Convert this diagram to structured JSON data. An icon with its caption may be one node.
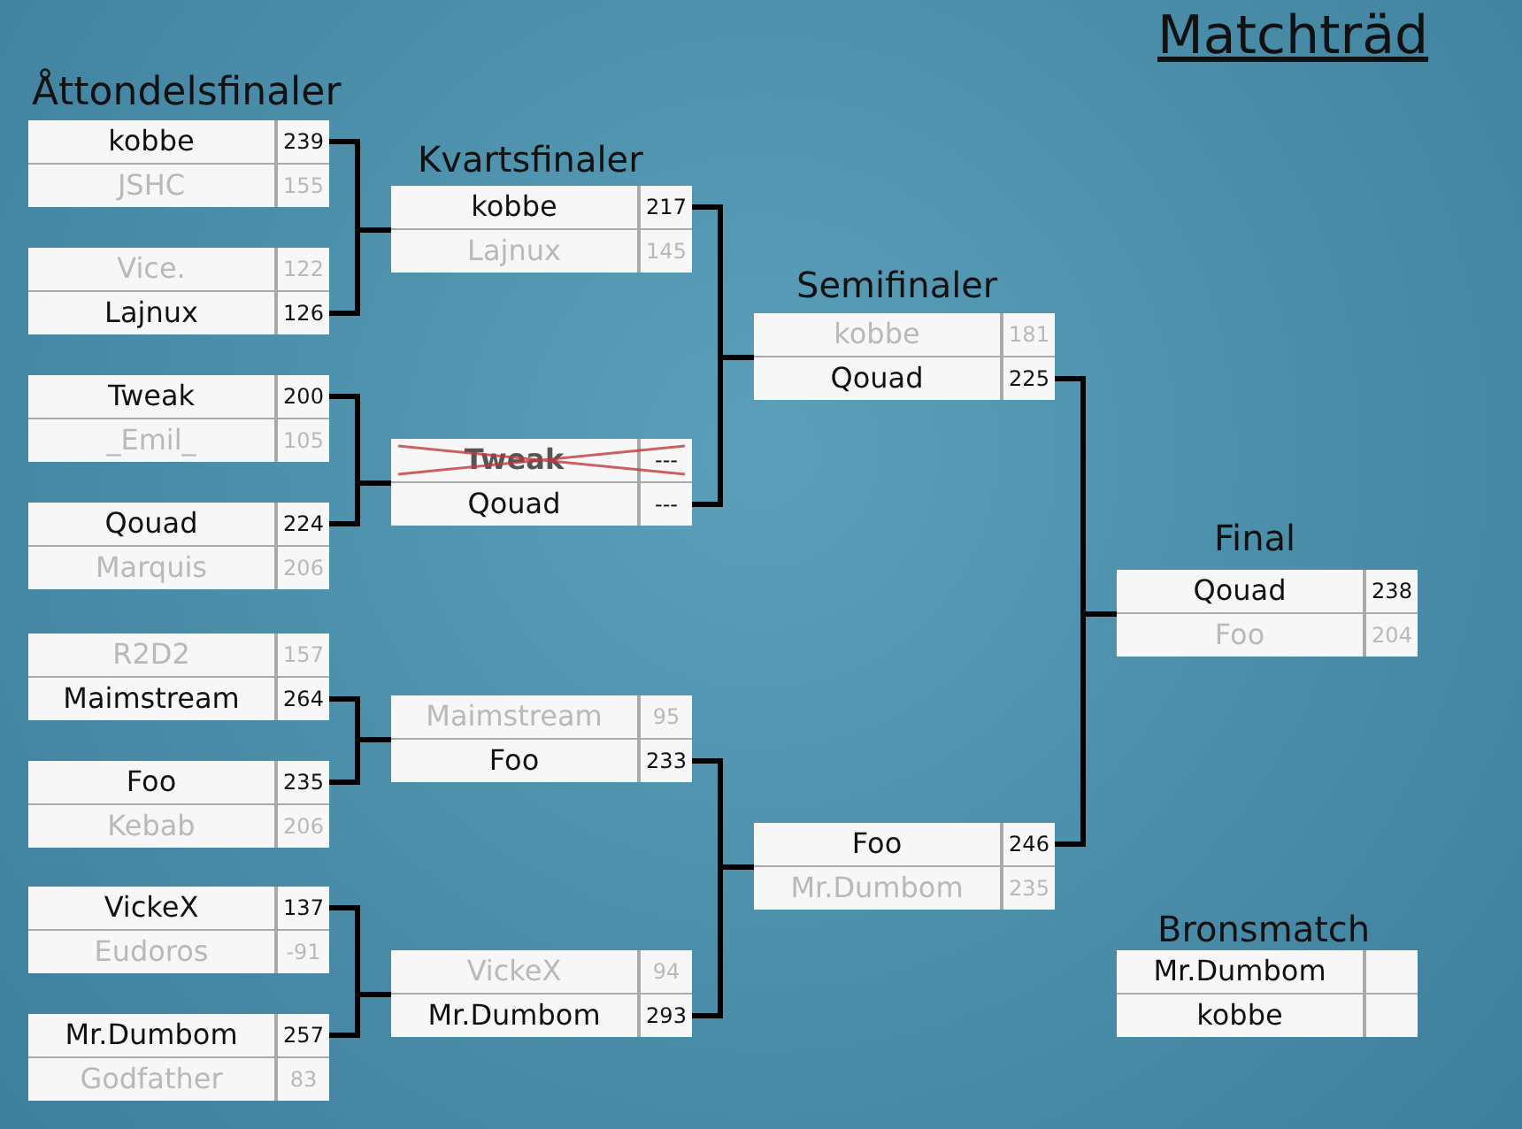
{
  "diagram": {
    "title": "Matchträd",
    "nodes": [
      {
        "text": [
          "kobbe",
          "239",
          "JSHC",
          "155"
        ]
      },
      {
        "text": [
          "Vice.",
          "122",
          "Lajnux",
          "126"
        ]
      },
      {
        "text": [
          "Tweak",
          "200",
          "_Emil_",
          "105"
        ]
      },
      {
        "text": [
          "Qouad",
          "224",
          "Marquis",
          "206"
        ]
      },
      {
        "text": [
          "R2D2",
          "157",
          "Maimstream",
          "264"
        ]
      },
      {
        "text": [
          "Foo",
          "235",
          "Kebab",
          "206"
        ]
      },
      {
        "text": [
          "VickeX",
          "137",
          "Eudoros",
          "-91"
        ]
      },
      {
        "text": [
          "Mr.Dumbom",
          "257",
          "Godfather",
          "83"
        ]
      },
      {
        "text": [
          "kobbe",
          "217",
          "Lajnux",
          "145"
        ]
      },
      {
        "text": [
          "Tweak",
          "---",
          "Qouad",
          "---"
        ]
      },
      {
        "text": [
          "Maimstream",
          "95",
          "Foo",
          "233"
        ]
      },
      {
        "text": [
          "VickeX",
          "94",
          "Mr.Dumbom",
          "293"
        ]
      },
      {
        "text": [
          "kobbe",
          "181",
          "Qouad",
          "225"
        ]
      },
      {
        "text": [
          "Foo",
          "246",
          "Mr.Dumbom",
          "235"
        ]
      },
      {
        "text": [
          "Qouad",
          "238",
          "Foo",
          "204"
        ]
      },
      {
        "text": [
          "Mr.Dumbom",
          "kobbe"
        ]
      }
    ],
    "edges": [
      {
        "from": 0,
        "to": 8,
        "arrow": "none"
      },
      {
        "from": 1,
        "to": 8,
        "arrow": "none"
      },
      {
        "from": 2,
        "to": 9,
        "arrow": "none"
      },
      {
        "from": 3,
        "to": 9,
        "arrow": "none"
      },
      {
        "from": 4,
        "to": 10,
        "arrow": "none"
      },
      {
        "from": 5,
        "to": 10,
        "arrow": "none"
      },
      {
        "from": 6,
        "to": 11,
        "arrow": "none"
      },
      {
        "from": 7,
        "to": 11,
        "arrow": "none"
      },
      {
        "from": 8,
        "to": 12,
        "arrow": "none"
      },
      {
        "from": 9,
        "to": 12,
        "arrow": "none"
      },
      {
        "from": 10,
        "to": 13,
        "arrow": "none"
      },
      {
        "from": 11,
        "to": 13,
        "arrow": "none"
      },
      {
        "from": 12,
        "to": 14,
        "arrow": "none"
      },
      {
        "from": 13,
        "to": 14,
        "arrow": "none"
      }
    ],
    "labels": [
      "Åttondelsfinaler",
      "Kvartsfinaler",
      "Semifinaler",
      "Final",
      "Bronsmatch"
    ]
  }
}
